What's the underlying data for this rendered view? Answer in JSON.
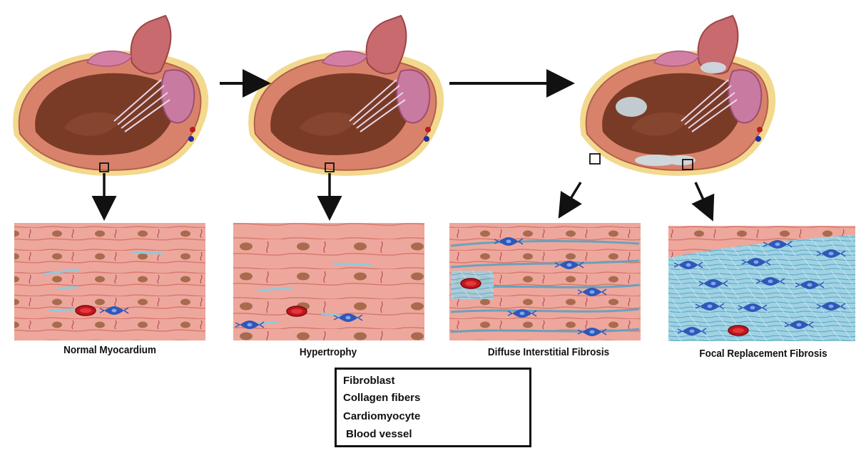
{
  "panels": [
    {
      "id": "normal",
      "label": "Normal Myocardium"
    },
    {
      "id": "hypertrophy",
      "label": "Hypertrophy"
    },
    {
      "id": "diffuse",
      "label": "Diffuse Interstitial Fibrosis"
    },
    {
      "id": "focal",
      "label": "Focal Replacement Fibrosis"
    }
  ],
  "legend": {
    "items": [
      {
        "label": "Fibroblast",
        "icon": "fibroblast-icon"
      },
      {
        "label": "Collagen fibers",
        "icon": "collagen-fiber-icon"
      },
      {
        "label": "Cardiomyocyte",
        "icon": "cardiomyocyte-icon"
      },
      {
        "label": "Blood vessel",
        "icon": "blood-vessel-icon"
      }
    ]
  },
  "colors": {
    "tissue": "#eea79c",
    "tissue_line": "#d77a70",
    "nucleus": "#a86b4e",
    "collagen": "#8fc9dc",
    "collagen_dark": "#5aa3c2",
    "fibroblast": "#2f57b8",
    "vessel": "#c4161c",
    "heart_wall": "#d9826b",
    "heart_cavity": "#7a3b26",
    "valve": "#c97aa0",
    "fat": "#f3d98e"
  }
}
